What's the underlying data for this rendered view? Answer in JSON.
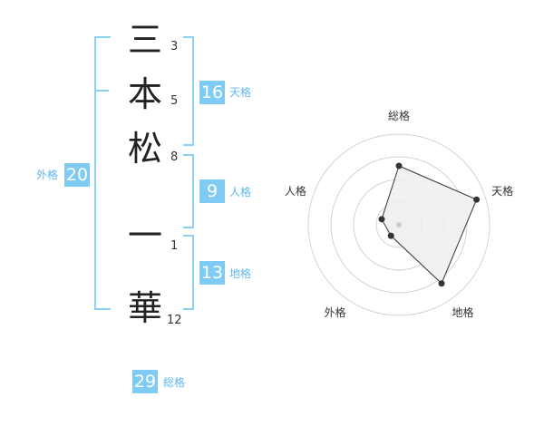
{
  "name_chars": [
    {
      "char": "三",
      "strokes": "3"
    },
    {
      "char": "本",
      "strokes": "5"
    },
    {
      "char": "松",
      "strokes": "8"
    },
    {
      "char": "一",
      "strokes": "1"
    },
    {
      "char": "華",
      "strokes": "12"
    }
  ],
  "fortunes": {
    "tenkaku": {
      "value": "16",
      "label": "天格"
    },
    "jinkaku": {
      "value": "9",
      "label": "人格"
    },
    "chikaku": {
      "value": "13",
      "label": "地格"
    },
    "gaikaku": {
      "value": "20",
      "label": "外格"
    },
    "soukaku": {
      "value": "29",
      "label": "総格"
    }
  },
  "colors": {
    "accent": "#7fcbf4",
    "bracket": "#8fd0f5",
    "label": "#5fb7ee"
  },
  "chart_data": {
    "type": "radar",
    "axes": [
      "総格",
      "天格",
      "地格",
      "外格",
      "人格"
    ],
    "values": [
      0.65,
      0.9,
      0.8,
      0.15,
      0.2
    ],
    "range": [
      0,
      1
    ],
    "rings": 4
  }
}
